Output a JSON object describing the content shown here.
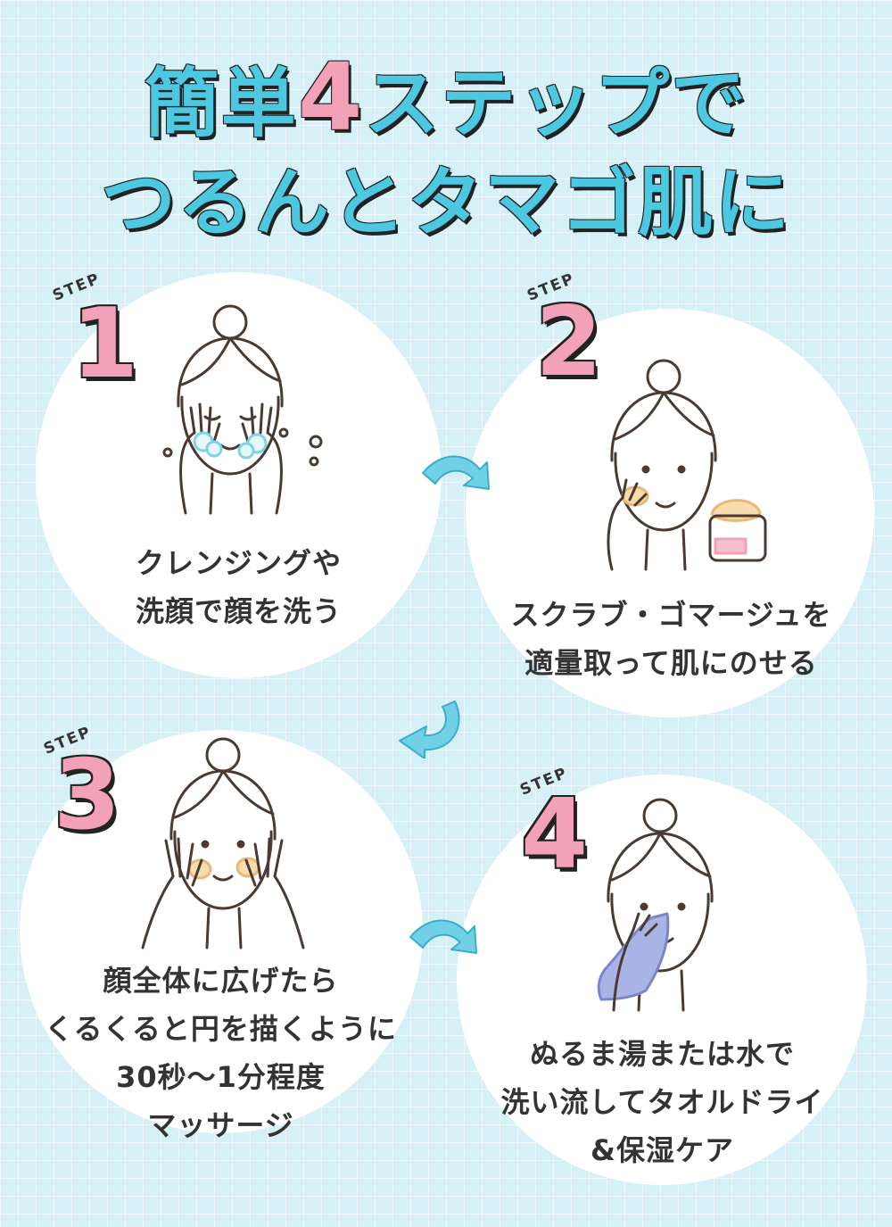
{
  "title": {
    "line1_a": "簡単",
    "line1_num": "4",
    "line1_b": "ステップで",
    "line2": "つるんとタマゴ肌に"
  },
  "colors": {
    "accent_blue": "#4cc8e0",
    "accent_pink": "#f3a1b8",
    "background": "#d5f0f7",
    "outline": "#222222"
  },
  "steps": [
    {
      "label": "STEP",
      "number": "1",
      "lines": [
        "クレンジングや",
        "洗顔で顔を洗う"
      ]
    },
    {
      "label": "STEP",
      "number": "2",
      "lines": [
        "スクラブ・ゴマージュを",
        "適量取って肌にのせる"
      ]
    },
    {
      "label": "STEP",
      "number": "3",
      "lines": [
        "顔全体に広げたら",
        "くるくると円を描くように",
        "30秒～1分程度",
        "マッサージ"
      ]
    },
    {
      "label": "STEP",
      "number": "4",
      "lines": [
        "ぬるま湯または水で",
        "洗い流してタオルドライ",
        "&保湿ケア"
      ]
    }
  ],
  "icons": [
    "curved-arrow-icon",
    "woman-washing-face-icon",
    "woman-applying-scrub-icon",
    "woman-massaging-face-icon",
    "woman-towel-drying-icon"
  ]
}
